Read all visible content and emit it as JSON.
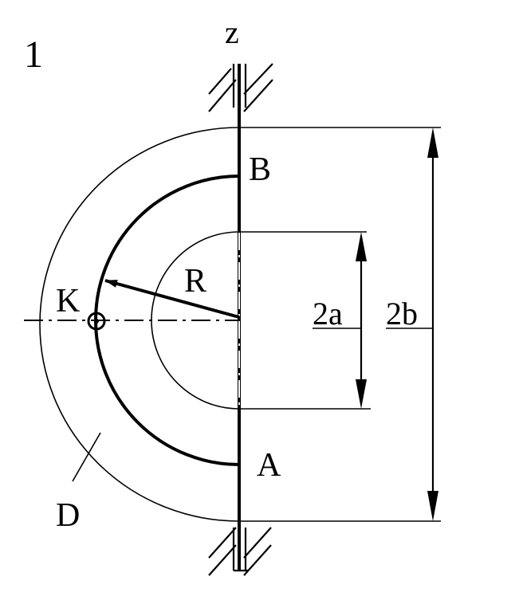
{
  "figure": {
    "number": "1",
    "labels": {
      "axis": "z",
      "top_point": "B",
      "bottom_point": "A",
      "point_k": "K",
      "radius": "R",
      "inner_dim": "2a",
      "outer_dim": "2b",
      "region": "D"
    }
  }
}
